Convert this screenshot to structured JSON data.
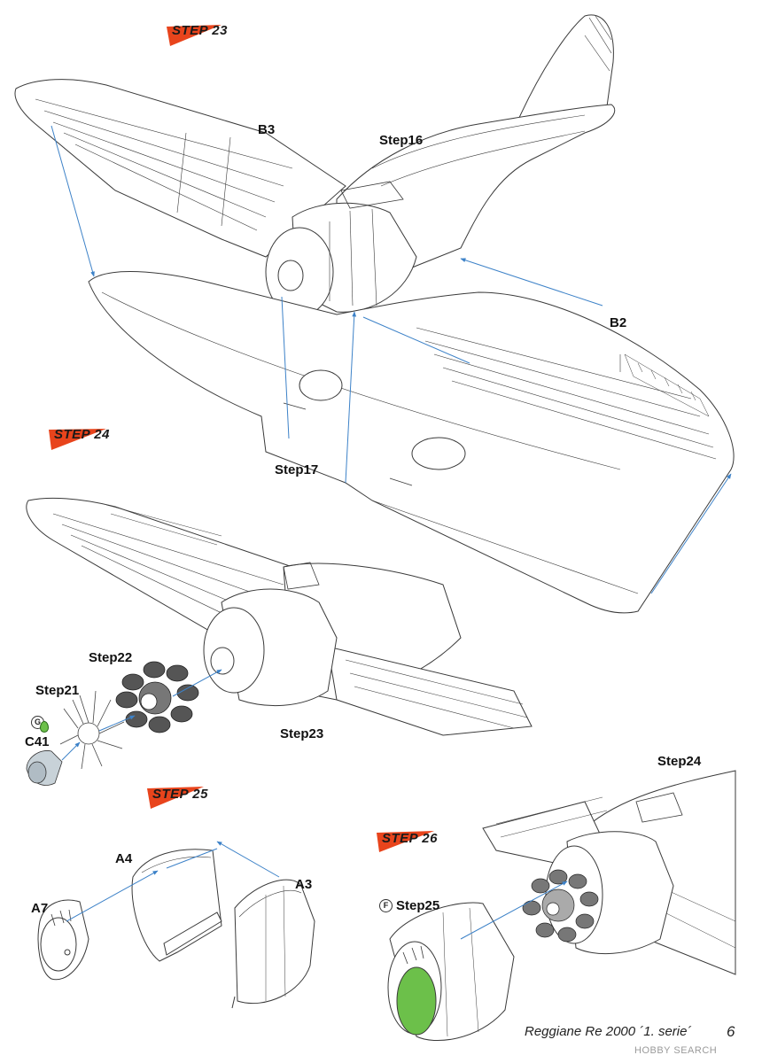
{
  "steps": [
    {
      "id": "step23",
      "label": "STEP 23"
    },
    {
      "id": "step24",
      "label": "STEP 24"
    },
    {
      "id": "step25",
      "label": "STEP 25"
    },
    {
      "id": "step26",
      "label": "STEP 26"
    }
  ],
  "labels": {
    "b3": "B3",
    "step16": "Step16",
    "b2": "B2",
    "step17": "Step17",
    "step22": "Step22",
    "step21": "Step21",
    "c41": "C41",
    "step23": "Step23",
    "step24": "Step24",
    "a4": "A4",
    "a3": "A3",
    "a7": "A7",
    "step25": "Step25"
  },
  "paint_codes": {
    "g": "G",
    "f": "F"
  },
  "footer": {
    "title": "Reggiane Re 2000 ´1. serie´",
    "page": "6"
  },
  "watermark": "HOBBY SEARCH",
  "colors": {
    "step_badge": "#e8441c",
    "arrow": "#3d82c8",
    "paint_green": "#6cc04a",
    "line": "#3a3a3a"
  }
}
